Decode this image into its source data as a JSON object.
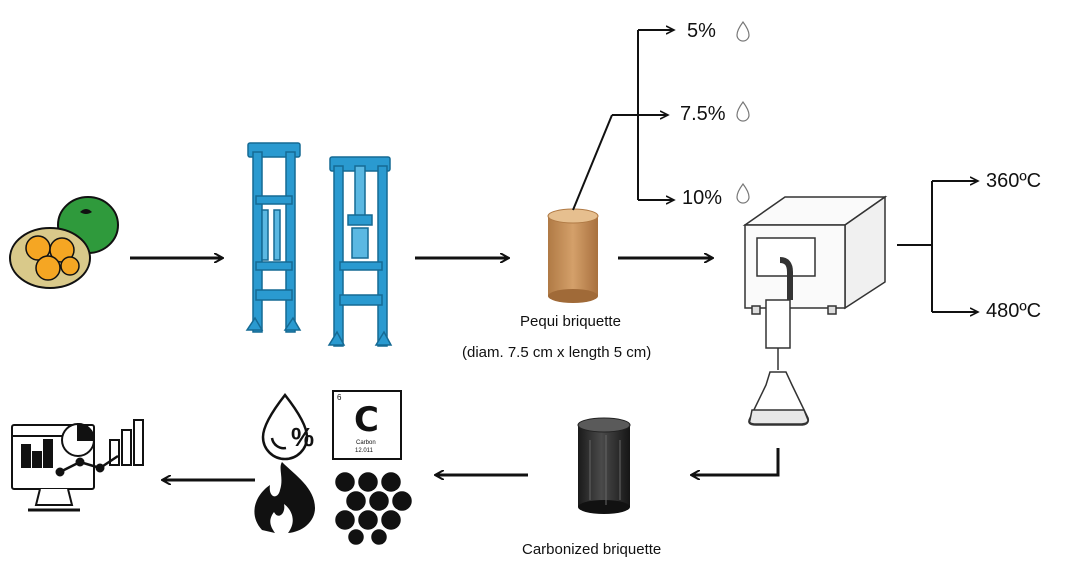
{
  "labels": {
    "moisture_low": "5%",
    "moisture_mid": "7.5%",
    "moisture_high": "10%",
    "temp_low": "360ºC",
    "temp_high": "480ºC",
    "pequi_title": "Pequi briquette",
    "pequi_dims": "(diam. 7.5 cm x length 5 cm)",
    "carbonized": "Carbonized briquette",
    "element_symbol": "C",
    "element_number": "6",
    "element_name": "Carbon",
    "element_mass": "12.011",
    "moisture_symbol": "%"
  },
  "icons": [
    "pequi-fruit-icon",
    "briquette-press-icon",
    "briquette-press-rod-icon",
    "pequi-briquette-icon",
    "carbonization-furnace-icon",
    "carbonized-briquette-icon",
    "moisture-drop-icon",
    "carbon-element-icon",
    "flame-icon",
    "pore-structure-icon",
    "analysis-monitor-icon"
  ],
  "colors": {
    "press": "#2a9ad0",
    "pequi_green": "#2f9a3c",
    "pequi_orange": "#f5a623",
    "briquette": "#c98f5a",
    "charcoal": "#2b2b2b",
    "ink": "#111111"
  }
}
